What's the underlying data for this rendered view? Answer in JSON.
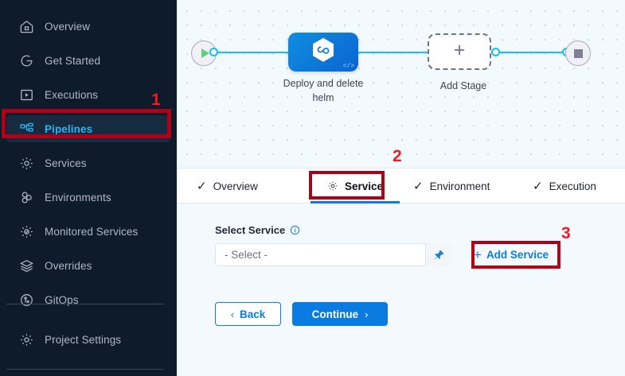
{
  "sidebar": {
    "items": [
      {
        "label": "Overview",
        "icon": "home-icon",
        "active": false
      },
      {
        "label": "Get Started",
        "icon": "rocket-icon",
        "active": false
      },
      {
        "label": "Executions",
        "icon": "play-box-icon",
        "active": false
      },
      {
        "label": "Pipelines",
        "icon": "pipeline-icon",
        "active": true
      },
      {
        "label": "Services",
        "icon": "gear-icon",
        "active": false
      },
      {
        "label": "Environments",
        "icon": "environments-icon",
        "active": false
      },
      {
        "label": "Monitored Services",
        "icon": "monitored-services-icon",
        "active": false
      },
      {
        "label": "Overrides",
        "icon": "layers-icon",
        "active": false
      },
      {
        "label": "GitOps",
        "icon": "gitops-icon",
        "active": false
      }
    ],
    "settings": {
      "label": "Project Settings",
      "icon": "gear-icon"
    },
    "background": "#0e1b2b",
    "active_color": "#27b5f2"
  },
  "canvas": {
    "start_node": {
      "name": "pipeline-start",
      "icon": "play-triangle-icon"
    },
    "end_node": {
      "name": "pipeline-end",
      "icon": "stop-square-icon"
    },
    "stage": {
      "caption": "Deploy and delete helm",
      "icon": "harness-hexagon-icon",
      "badge": "</>"
    },
    "add_stage": {
      "caption": "Add Stage",
      "icon": "plus-icon"
    },
    "edge_color": "#14bef0"
  },
  "tabs": [
    {
      "label": "Overview",
      "icon": "check-icon",
      "active": false
    },
    {
      "label": "Service",
      "icon": "gear-icon",
      "active": true
    },
    {
      "label": "Environment",
      "icon": "check-icon",
      "active": false
    },
    {
      "label": "Execution",
      "icon": "check-icon",
      "active": false
    }
  ],
  "form": {
    "field_label": "Select Service",
    "info_icon": "info-icon",
    "select_value": "- Select -",
    "select_placeholder": "- Select -",
    "pin_icon": "pin-icon",
    "add_service_label": "Add Service",
    "add_service_plus": "+",
    "back_label": "Back",
    "back_chevron": "‹",
    "continue_label": "Continue",
    "continue_chevron": "›",
    "primary_color": "#0a7ce1"
  },
  "annotations": {
    "color": "#ed1c24",
    "box_color": "#b00018",
    "markers": [
      {
        "number": "1",
        "target": "sidebar-item-pipelines"
      },
      {
        "number": "2",
        "target": "tab-service"
      },
      {
        "number": "3",
        "target": "add-service-button"
      }
    ]
  }
}
